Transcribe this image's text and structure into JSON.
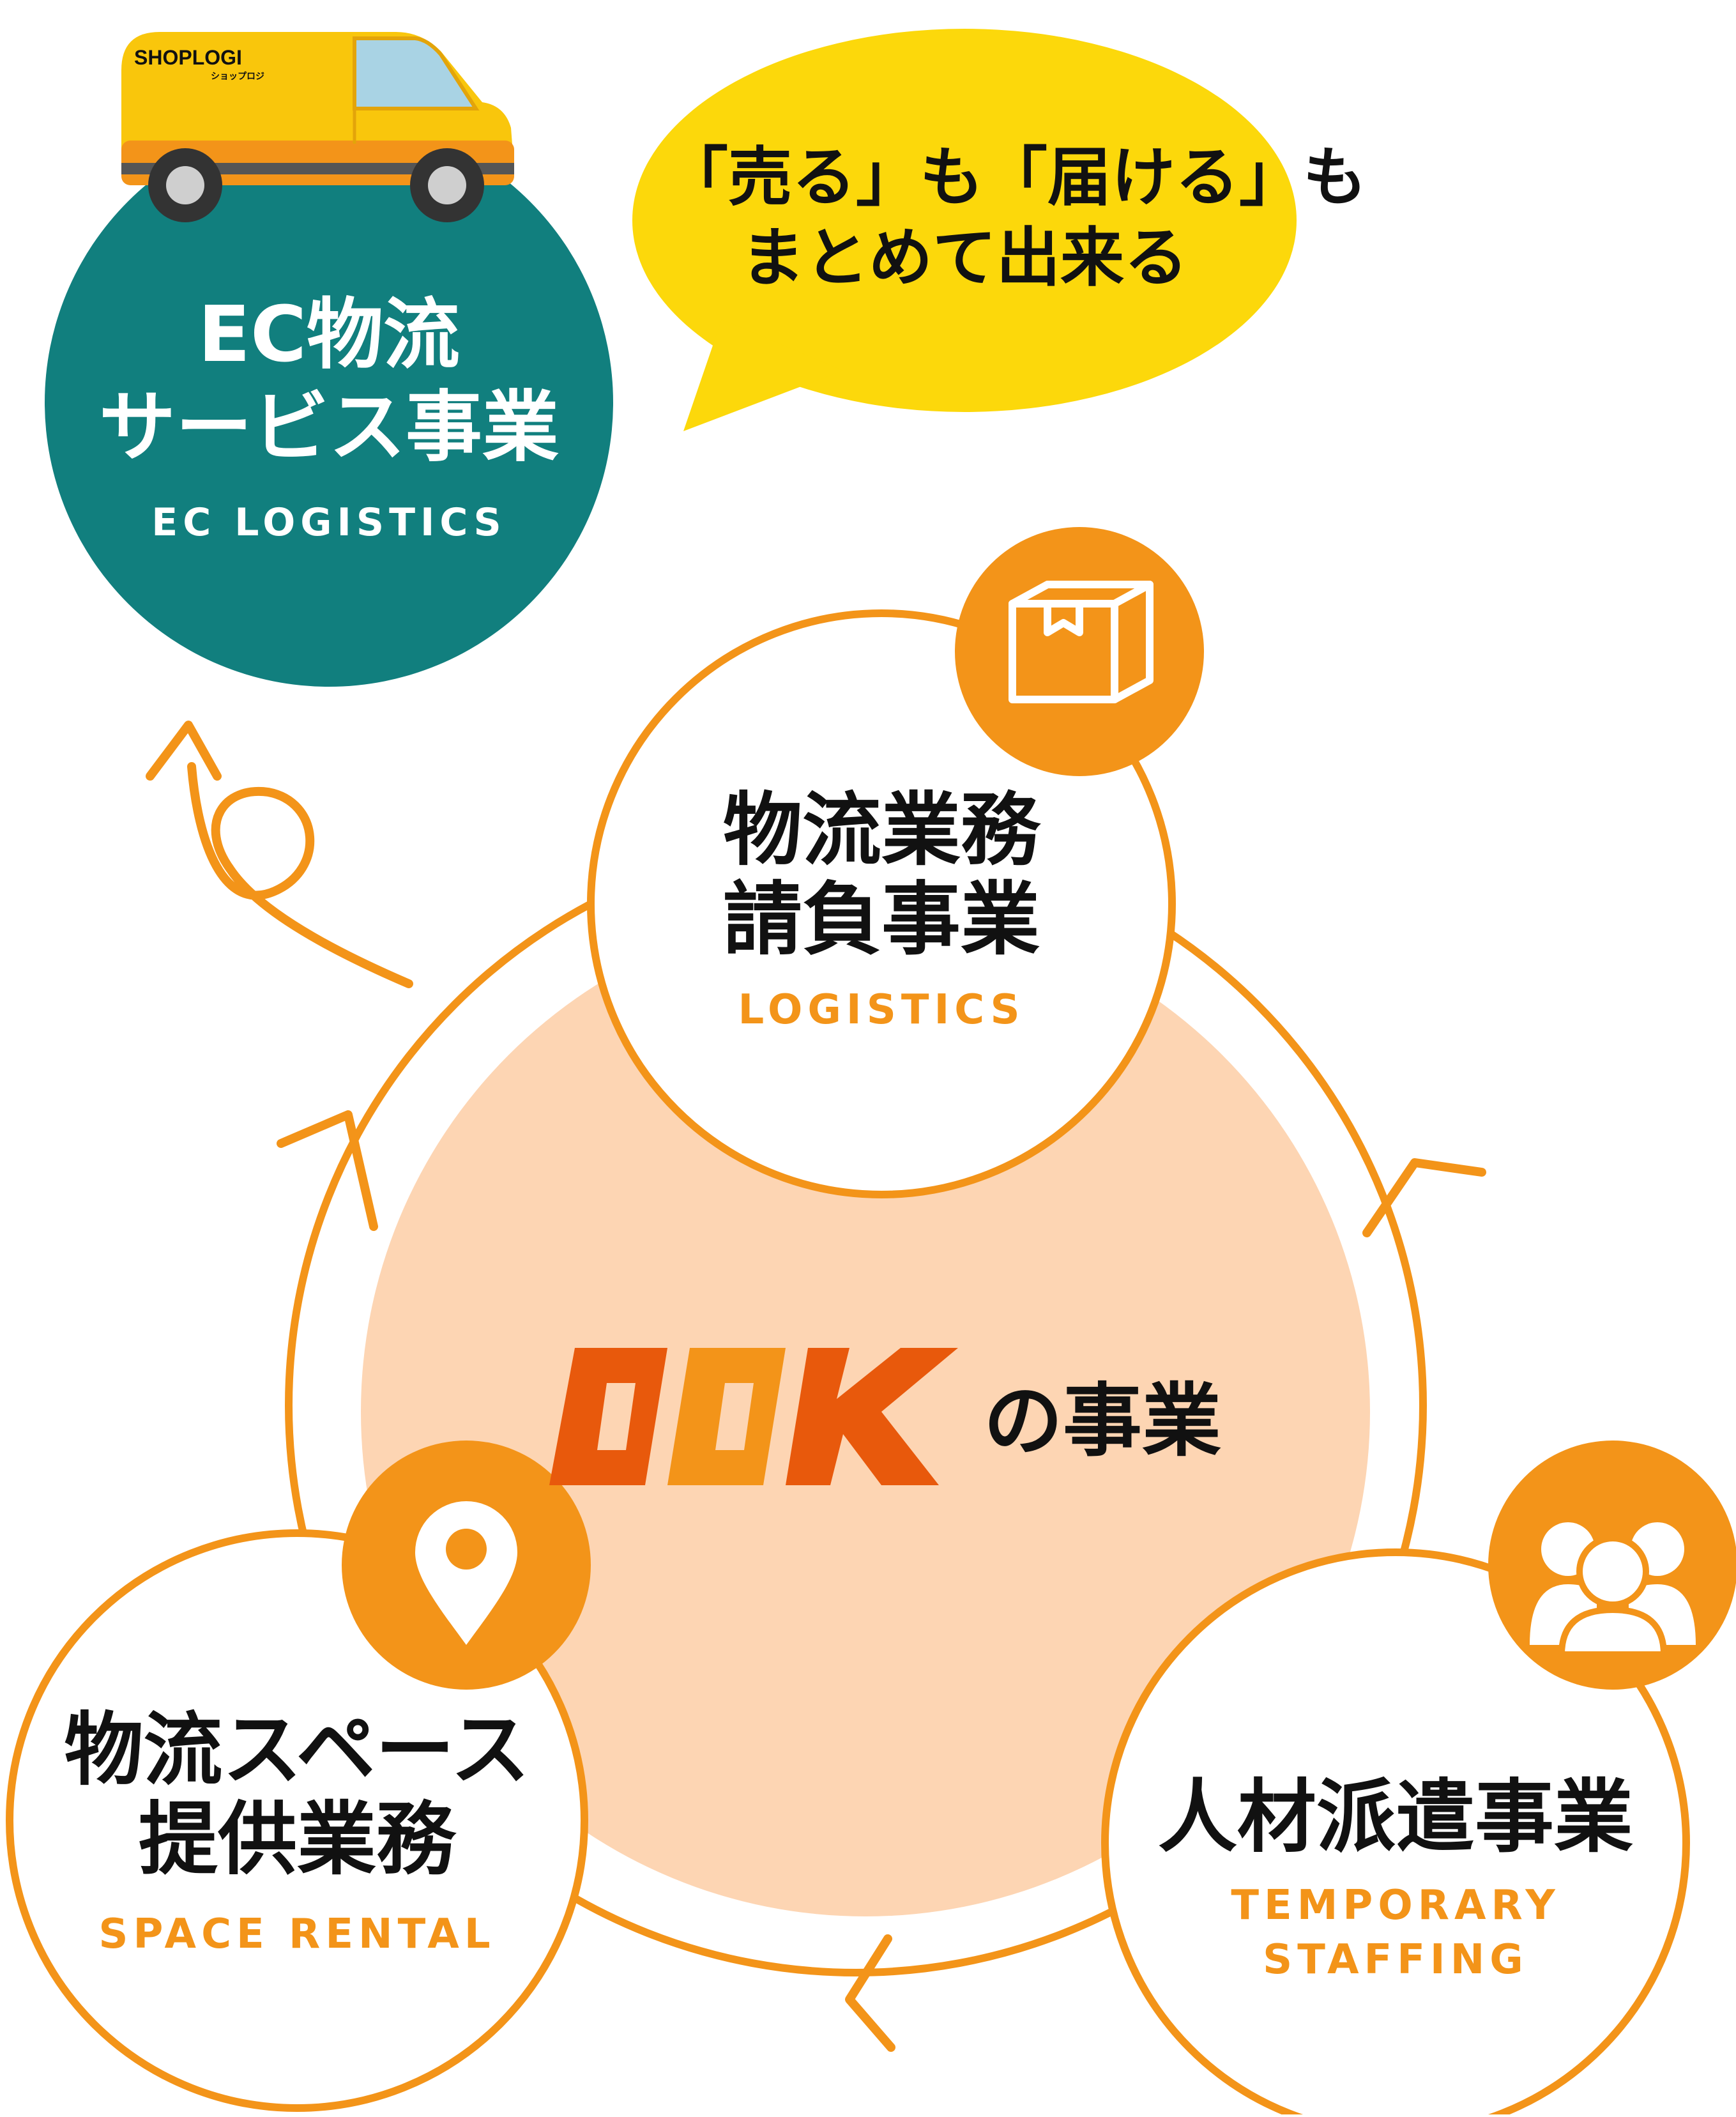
{
  "ec": {
    "title_line1": "EC物流",
    "title_line2": "サービス事業",
    "subtitle": "EC LOGISTICS",
    "van_brand": "SHOPLOGI",
    "van_brand_kana": "ショップロジ"
  },
  "bubble": {
    "line1": "「売る」も「届ける」も",
    "line2": "まとめて出来る"
  },
  "center": {
    "logo": "ODK",
    "suffix": "の事業"
  },
  "logistics": {
    "title_line1": "物流業務",
    "title_line2": "請負事業",
    "subtitle": "LOGISTICS",
    "icon": "box-icon"
  },
  "space": {
    "title_line1": "物流スペース",
    "title_line2": "提供業務",
    "subtitle": "SPACE RENTAL",
    "icon": "location-pin-icon"
  },
  "staffing": {
    "title": "人材派遣事業",
    "subtitle_line1": "TEMPORARY",
    "subtitle_line2": "STAFFING",
    "icon": "people-group-icon"
  },
  "colors": {
    "orange": "#f39419",
    "dark_orange": "#e8590c",
    "peach": "#fdd5b3",
    "teal": "#117f7e",
    "yellow": "#fcd80b"
  }
}
